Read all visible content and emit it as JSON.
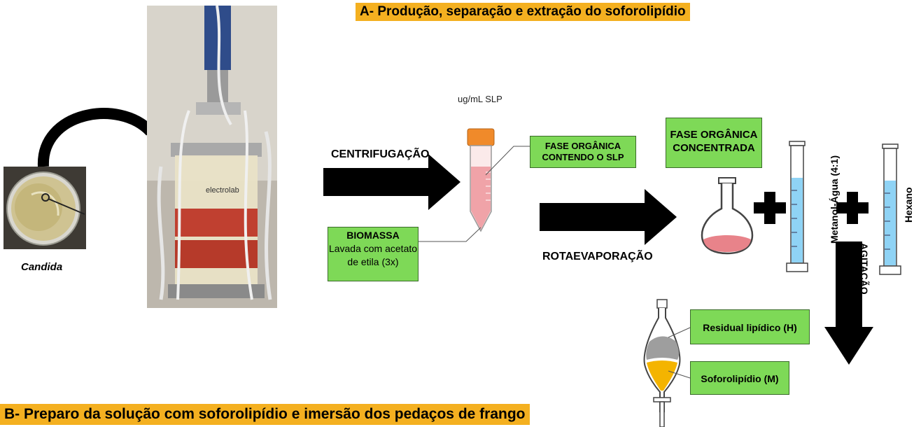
{
  "section_a": {
    "title": "A- Produção, separação e extração do soforolipídio"
  },
  "section_b": {
    "title": "B- Preparo da solução com soforolipídio e imersão dos pedaços de frango"
  },
  "candida": {
    "label": "Candida"
  },
  "reactor": {
    "brand_text": "electrolab"
  },
  "tube": {
    "caption": "ug/mL SLP"
  },
  "steps": {
    "centrifugation": "CENTRIFUGAÇÃO",
    "rotaevaporation": "ROTAEVAPORAÇÃO",
    "agitation": "AGITAÇÃO"
  },
  "boxes": {
    "organic_phase_line1": "FASE ORGÂNICA",
    "organic_phase_line2": "CONTENDO O SLP",
    "biomass_title": "BIOMASSA",
    "biomass_line1": "Lavada com acetato",
    "biomass_line2": "de etila (3x)",
    "concentrated_line1": "FASE ORGÂNICA",
    "concentrated_line2": "CONCENTRADA",
    "residual": "Residual lipídico (H)",
    "soforolipid": "Soforolipídio (M)"
  },
  "reagents": {
    "methanol_water": "Metanol-Água (4:1)",
    "hexane": "Hexano"
  },
  "colors": {
    "banner": "#f4b020",
    "green_box": "#7ed957",
    "pink_liquid": "#e8838a",
    "blue_liquid": "#8fd3f5",
    "yellow_liquid": "#f4b400"
  }
}
